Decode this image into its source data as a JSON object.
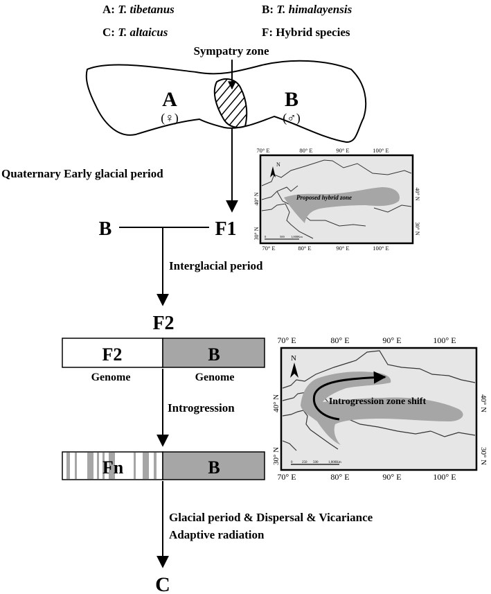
{
  "legend": {
    "a_prefix": "A: ",
    "a_name": "T. tibetanus",
    "b_prefix": "B: ",
    "b_name": "T. himalayensis",
    "c_prefix": "C: ",
    "c_name": "T. altaicus",
    "f_text": "F: Hybrid species"
  },
  "sympatry_label": "Sympatry zone",
  "region_a": {
    "letter": "A",
    "sex": "(♀)"
  },
  "region_b": {
    "letter": "B",
    "sex": "(♂)"
  },
  "stage1_label": "Quaternary Early glacial period",
  "cross": {
    "left": "B",
    "right": "F1"
  },
  "stage2_label": "Interglacial period",
  "f2_label": "F2",
  "genome_bar1": {
    "left": "F2",
    "right": "B",
    "left_caption": "Genome",
    "right_caption": "Genome"
  },
  "stage3_label": "Introgression",
  "genome_bar2": {
    "left": "Fn",
    "right": "B"
  },
  "stage4_line1": "Glacial period & Dispersal & Vicariance",
  "stage4_line2": "Adaptive radiation",
  "final_label": "C",
  "map1": {
    "lon_ticks": [
      "70° E",
      "80° E",
      "90° E",
      "100° E"
    ],
    "lat_ticks": [
      "40° N",
      "30° N"
    ],
    "north": "N",
    "zone_label": "Proposed hybrid zone",
    "scale": [
      "0",
      "500",
      "1,000Km"
    ]
  },
  "map2": {
    "lon_ticks": [
      "70° E",
      "80° E",
      "90° E",
      "100° E"
    ],
    "lat_ticks": [
      "40° N",
      "30° N"
    ],
    "north": "N",
    "zone_label": "Introgression zone shift",
    "scale": [
      "0",
      "250",
      "500",
      "1,000Km"
    ]
  },
  "colors": {
    "ink": "#000000",
    "genome_gray": "#a6a6a6",
    "map_bg": "#e6e6e6",
    "zone_gray": "#a6a6a6"
  }
}
